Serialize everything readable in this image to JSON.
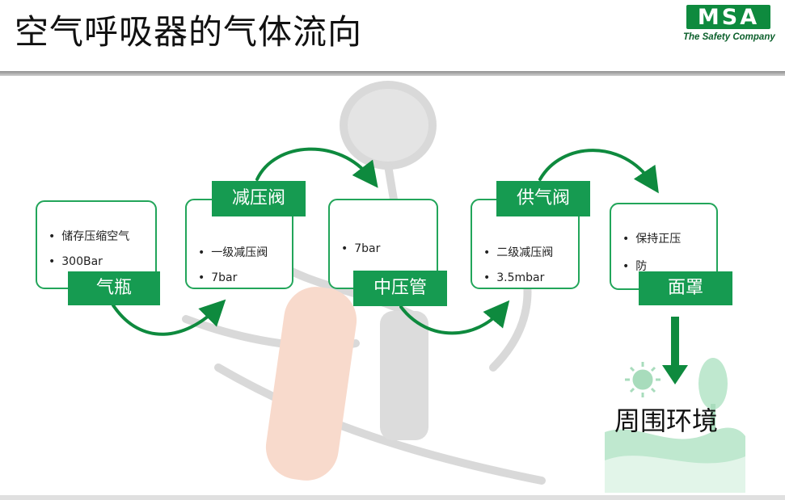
{
  "slide": {
    "title": "空气呼吸器的气体流向",
    "logo": {
      "text": "MSA",
      "tagline": "The Safety Company"
    }
  },
  "flow": [
    {
      "label": "气瓶",
      "bullets": [
        "储存压缩空气",
        "300Bar"
      ]
    },
    {
      "label": "减压阀",
      "bullets": [
        "一级减压阀",
        "7bar"
      ]
    },
    {
      "label": "中压管",
      "bullets": [
        "7bar"
      ]
    },
    {
      "label": "供气阀",
      "bullets": [
        "二级减压阀",
        "3.5mbar"
      ]
    },
    {
      "label": "面罩",
      "bullets": [
        "保持正压",
        "防"
      ]
    }
  ],
  "environment": {
    "label": "周围环境"
  },
  "colors": {
    "accent": "#169b51",
    "border": "#22a55a",
    "arrow": "#0e8a3e",
    "env_fill": "#bfe8cf"
  },
  "icons": [
    "sun-icon",
    "tree-icon",
    "arrow-icon"
  ]
}
